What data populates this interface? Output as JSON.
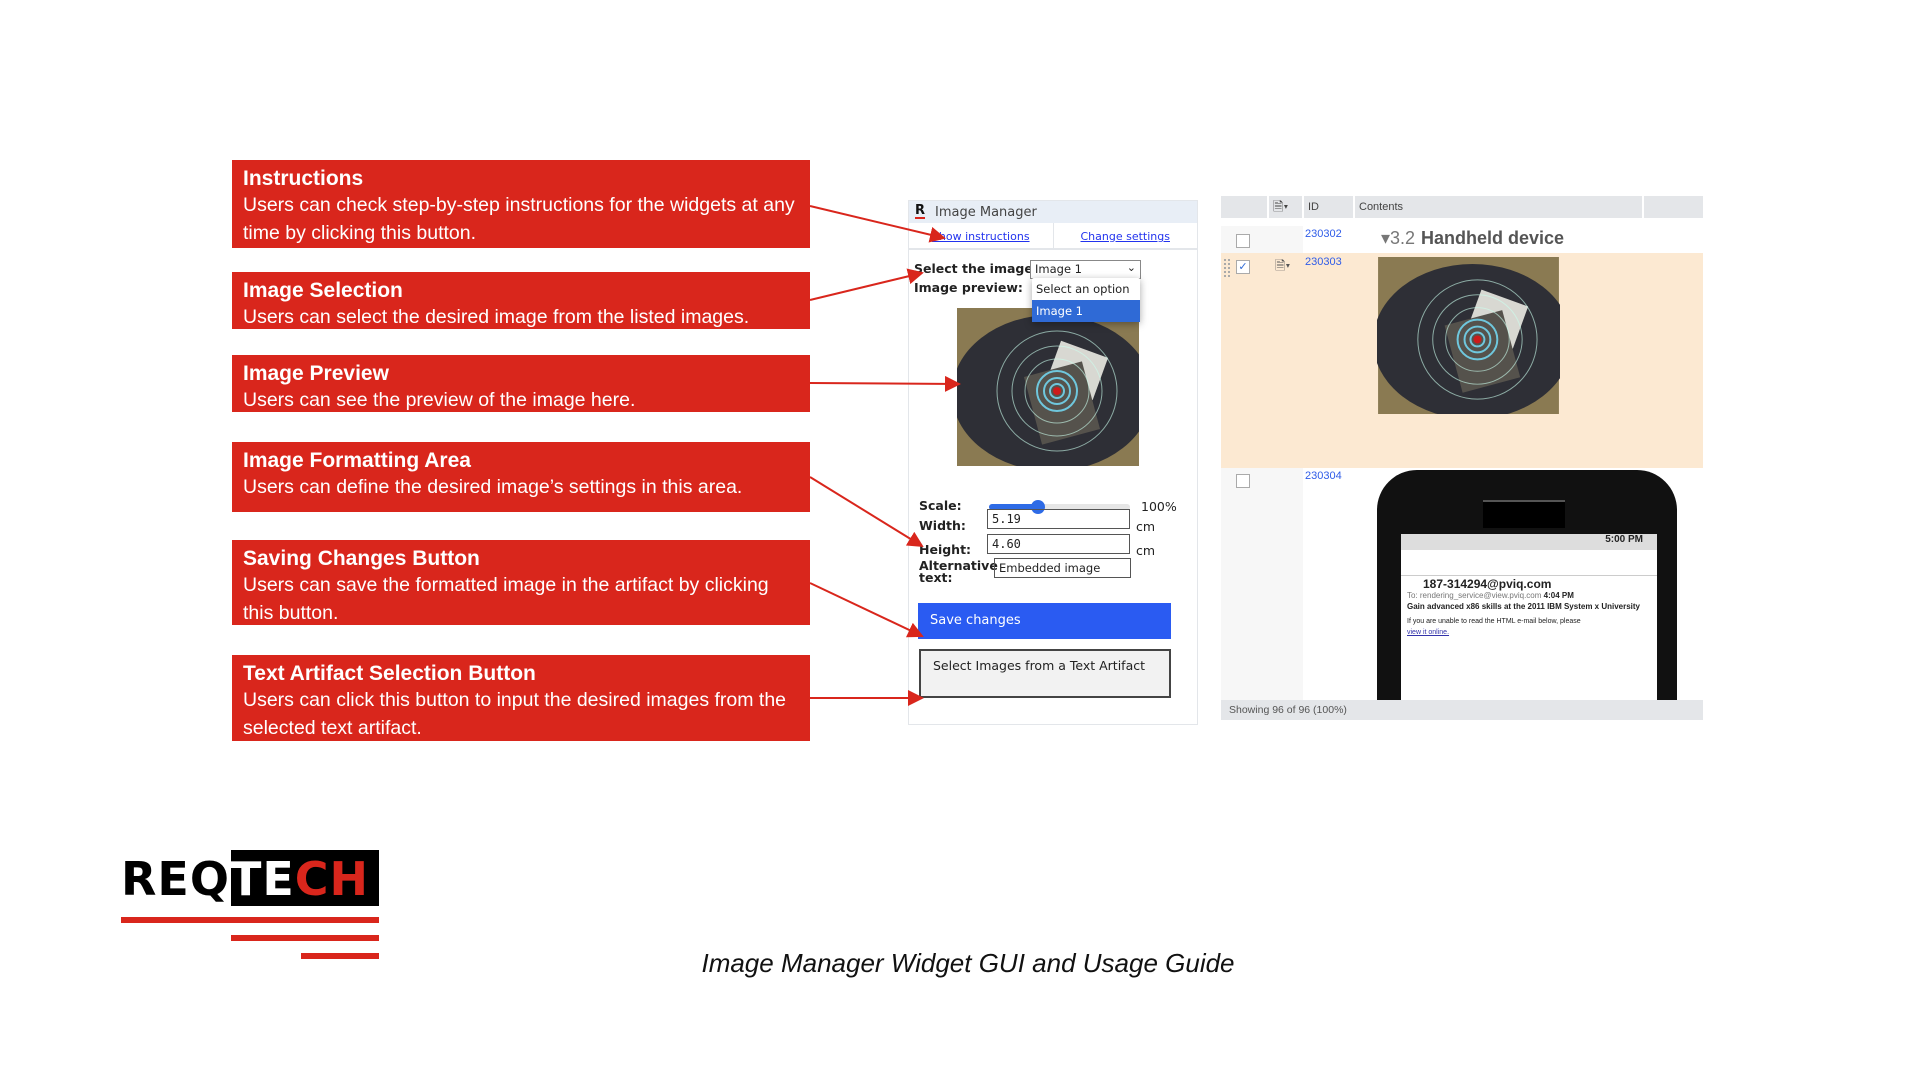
{
  "callouts": [
    {
      "title": "Instructions",
      "desc": "Users can check step-by-step instructions for the widgets at any time by clicking this button."
    },
    {
      "title": "Image Selection",
      "desc": "Users can select the desired image from the listed images."
    },
    {
      "title": "Image Preview",
      "desc": "Users can see the preview of the image here."
    },
    {
      "title": "Image Formatting Area",
      "desc": "Users can define the desired image’s settings in this area."
    },
    {
      "title": "Saving Changes Button",
      "desc": "Users can save the formatted image in the artifact by clicking this button."
    },
    {
      "title": "Text Artifact Selection Button",
      "desc": "Users can click this button to input the desired images from the selected text artifact."
    }
  ],
  "widget": {
    "logo": "R",
    "title": "Image Manager",
    "show_instructions": "Show instructions",
    "change_settings": "Change settings",
    "select_label": "Select the image:",
    "select_value": "Image 1",
    "options": [
      "Select an option",
      "Image 1"
    ],
    "preview_label": "Image preview:",
    "scale_label": "Scale:",
    "scale_value": "100%",
    "scale_fraction": 0.35,
    "width_label": "Width:",
    "width_value": "5.19",
    "width_unit": "cm",
    "height_label": "Height:",
    "height_value": "4.60",
    "height_unit": "cm",
    "alt_label": "Alternative text:",
    "alt_value": "Embedded image",
    "save": "Save changes",
    "select_from_text": "Select Images from a Text Artifact"
  },
  "grid": {
    "headers": {
      "id": "ID",
      "contents": "Contents"
    },
    "rows": [
      {
        "id": "230302",
        "heading_num": "3.2",
        "heading": "Handheld device",
        "checked": false
      },
      {
        "id": "230303",
        "checked": true
      },
      {
        "id": "230304",
        "checked": false
      }
    ],
    "phone": {
      "time": "5:00 PM",
      "from": "187-314294@pviq.com",
      "to": "To: rendering_service@view.pviq.com",
      "received": "4:04 PM",
      "subject": "Gain advanced x86 skills at the 2011 IBM System x University",
      "body": "If you are unable to read the HTML e-mail below, please",
      "link": "view it online."
    },
    "footer": "Showing 96 of 96 (100%)"
  },
  "logo": {
    "text_black": "REQ",
    "text_white": "TE",
    "text_red": "CH"
  },
  "caption": "Image Manager Widget GUI and Usage Guide",
  "colors": {
    "red": "#d9261c",
    "blue": "#2a5bf2",
    "peach": "#fce9d2"
  }
}
